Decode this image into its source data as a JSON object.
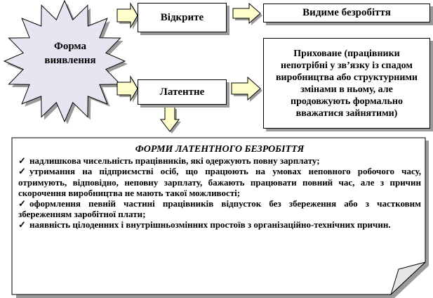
{
  "star": {
    "label_line1": "Форма",
    "label_line2": "виявлення"
  },
  "open_box": {
    "label": "Відкрите"
  },
  "latent_box": {
    "label": "Латентне"
  },
  "visible_box": {
    "label": "Видиме безробіття"
  },
  "hidden_box": {
    "label": "Приховане (працівники непотрібні у зв’язку із спадом виробництва або структурними змінами в ньому, але продовжують формально вважатися зайнятими)"
  },
  "forms_note": {
    "title": "ФОРМИ ЛАТЕНТНОГО БЕЗРОБІТТЯ",
    "bullet_glyph": "✓",
    "items": [
      "надлишкова чисельність працівників, які одержують повну зарплату;",
      "утримання на підприємстві осіб, що працюють на умовах неповного робочого часу, отримують, відповідно, неповну зарплату, бажають працювати повний час, але з причин скорочення виробництва не мають такої можливості;",
      "оформлення певній частині працівників відпусток без збереження або з частковим збереженням заробітної плати;",
      "наявність цілоденних і внутрішньозмінних простоїв з організаційно-технічних причин."
    ]
  },
  "colors": {
    "star_fill": "#e9e4f2",
    "arrow_fill": "#ffffcc",
    "shadow": "#9a9a9a",
    "border": "#000000"
  }
}
